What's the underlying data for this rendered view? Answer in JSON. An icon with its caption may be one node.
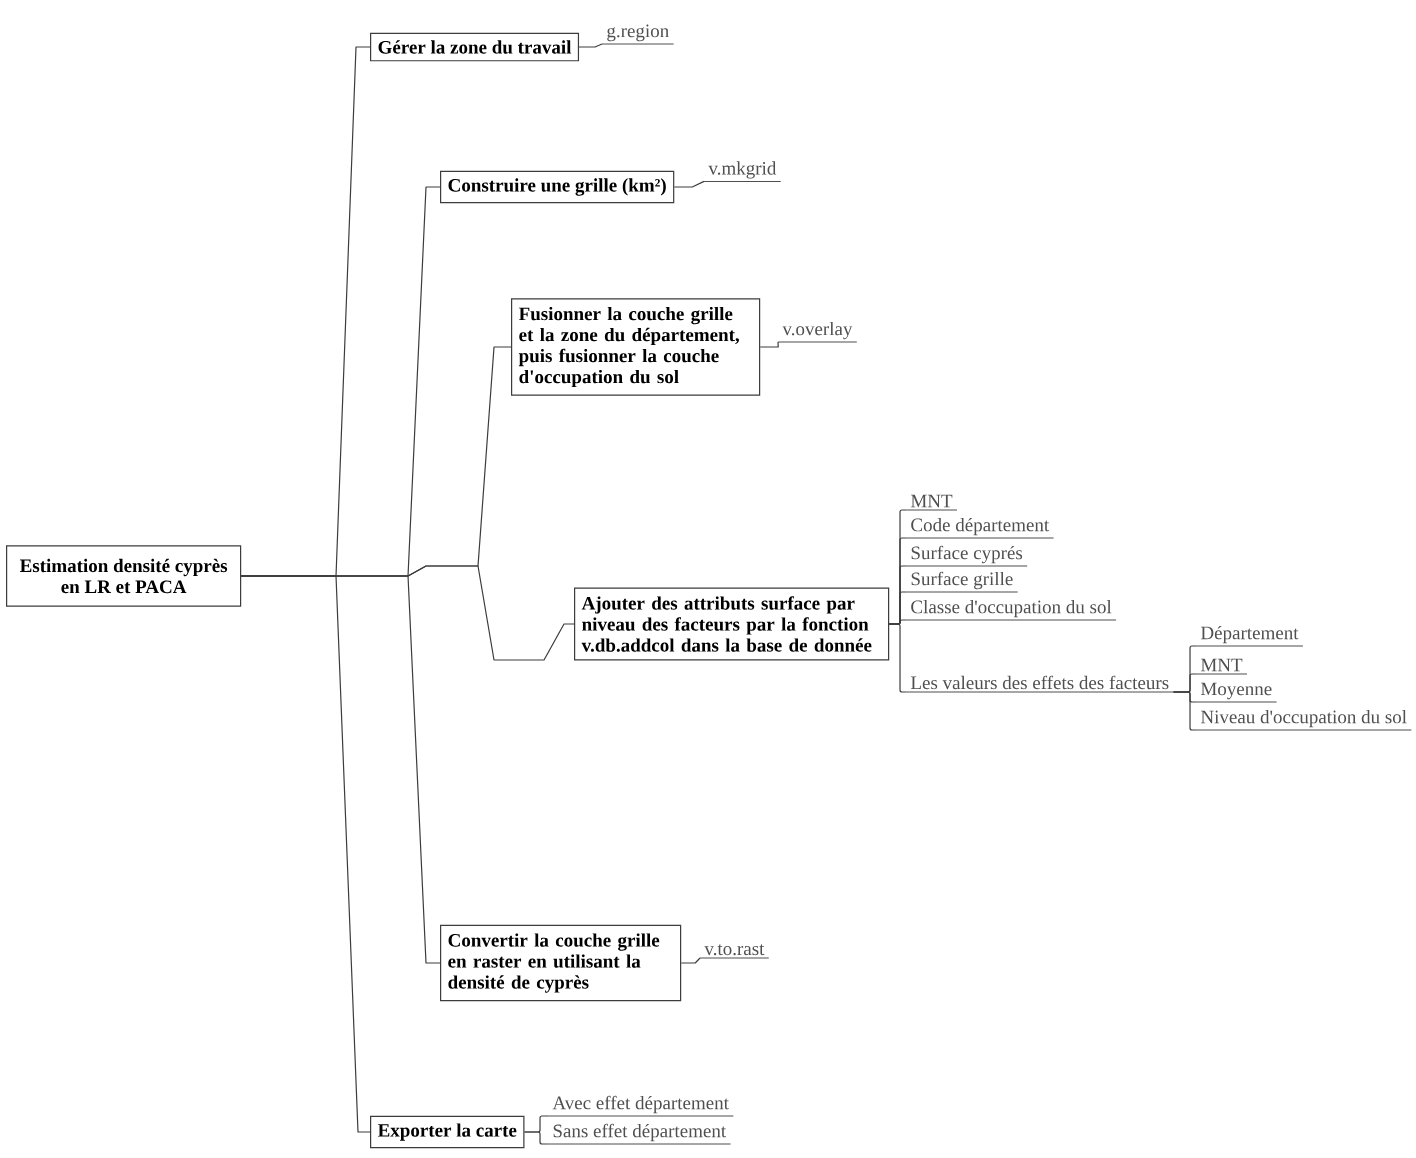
{
  "diagram": {
    "nodes": [
      {
        "text": [
          "Estimation densité cyprès en LR et PACA"
        ]
      },
      {
        "text": [
          "Gérer la zone du travail"
        ]
      },
      {
        "text": [
          "g.region"
        ]
      },
      {
        "text": [
          "Construire une grille (km²)"
        ]
      },
      {
        "text": [
          "v.mkgrid"
        ]
      },
      {
        "text": [
          "Fusionner la couche grille et la zone du département, puis fusionner la couche d'occupation du sol"
        ]
      },
      {
        "text": [
          "v.overlay"
        ]
      },
      {
        "text": [
          "Ajouter des attributs surface par niveau des facteurs par la fonction v.db.addcol dans la base de donnée"
        ]
      },
      {
        "text": [
          "MNT"
        ]
      },
      {
        "text": [
          "Code département"
        ]
      },
      {
        "text": [
          "Surface cyprés"
        ]
      },
      {
        "text": [
          "Surface grille"
        ]
      },
      {
        "text": [
          "Classe d'occupation du sol"
        ]
      },
      {
        "text": [
          "Les valeurs des effets des facteurs"
        ]
      },
      {
        "text": [
          "Département"
        ]
      },
      {
        "text": [
          "MNT"
        ]
      },
      {
        "text": [
          "Moyenne"
        ]
      },
      {
        "text": [
          "Niveau d'occupation du sol"
        ]
      },
      {
        "text": [
          "Convertir la couche grille en raster en utilisant la densité de cyprès"
        ]
      },
      {
        "text": [
          "v.to.rast"
        ]
      },
      {
        "text": [
          "Exporter la carte"
        ]
      },
      {
        "text": [
          "Avec effet département"
        ]
      },
      {
        "text": [
          "Sans effet département"
        ]
      }
    ],
    "edges": [
      {
        "from": 0,
        "to": 1,
        "arrow": "none"
      },
      {
        "from": 0,
        "to": 3,
        "arrow": "none"
      },
      {
        "from": 0,
        "to": 5,
        "arrow": "none"
      },
      {
        "from": 0,
        "to": 7,
        "arrow": "none"
      },
      {
        "from": 0,
        "to": 18,
        "arrow": "none"
      },
      {
        "from": 0,
        "to": 20,
        "arrow": "none"
      },
      {
        "from": 1,
        "to": 2,
        "arrow": "none"
      },
      {
        "from": 3,
        "to": 4,
        "arrow": "none"
      },
      {
        "from": 5,
        "to": 6,
        "arrow": "none"
      },
      {
        "from": 7,
        "to": 8,
        "arrow": "none"
      },
      {
        "from": 7,
        "to": 9,
        "arrow": "none"
      },
      {
        "from": 7,
        "to": 10,
        "arrow": "none"
      },
      {
        "from": 7,
        "to": 11,
        "arrow": "none"
      },
      {
        "from": 7,
        "to": 12,
        "arrow": "none"
      },
      {
        "from": 7,
        "to": 13,
        "arrow": "none"
      },
      {
        "from": 13,
        "to": 14,
        "arrow": "none"
      },
      {
        "from": 13,
        "to": 15,
        "arrow": "none"
      },
      {
        "from": 13,
        "to": 16,
        "arrow": "none"
      },
      {
        "from": 13,
        "to": 17,
        "arrow": "none"
      },
      {
        "from": 18,
        "to": 19,
        "arrow": "none"
      },
      {
        "from": 20,
        "to": 21,
        "arrow": "none"
      },
      {
        "from": 20,
        "to": 22,
        "arrow": "none"
      }
    ]
  }
}
